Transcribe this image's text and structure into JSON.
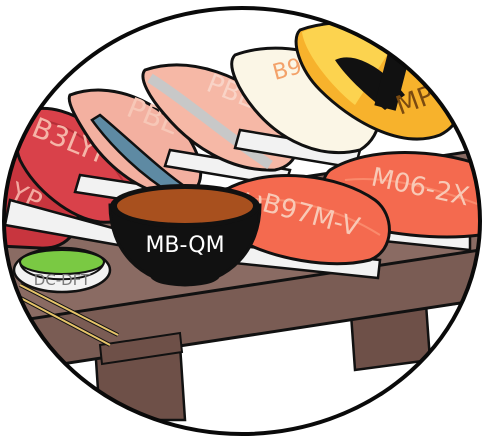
{
  "labels": {
    "b3lyp": "B3LYP",
    "lyp_edge": "YP",
    "pbe": "PBE",
    "pbe0": "PBE0",
    "b97m_rv": "B97M-rV",
    "mp2": "MP2",
    "wb97m_v": "ωB97M-V",
    "m06_2x": "M06-2X",
    "bowl": "MB-QM",
    "dish": "DC-DFT"
  },
  "icons": {
    "main_illustration": "sushi-platter-icon",
    "bowl": "soy-sauce-bowl-icon",
    "dish": "wasabi-dish-icon",
    "chopsticks": "chopsticks-icon"
  },
  "colors": {
    "outline": "#111111",
    "circle_stroke": "#0a0a0a",
    "board": "#8a6b63",
    "board_dark": "#6e5048",
    "tuna_dark": "#c8353e",
    "tuna_mid": "#d9414a",
    "salmon": "#f46a4f",
    "salmon_light": "#fa8a6c",
    "mackerel_skin": "#5e8aa3",
    "mackerel_flesh": "#f3b0a0",
    "pbe0_flesh": "#f6b8a6",
    "pbe0_skin": "#c8c8c8",
    "scallop": "#fbf6e6",
    "tamago": "#f7b22c",
    "tamago_light": "#fcd34f",
    "rice": "#f2f2f2",
    "soy": "#a8501e",
    "bowl": "#111111",
    "wasabi": "#7ac943",
    "dish": "#f2f2f2",
    "chopstick": "#e6c46a",
    "text_fish": "#f8c9b6",
    "text_mp2": "#7a4a10",
    "text_white": "#ffffff",
    "text_dark": "#7a7a7a"
  }
}
